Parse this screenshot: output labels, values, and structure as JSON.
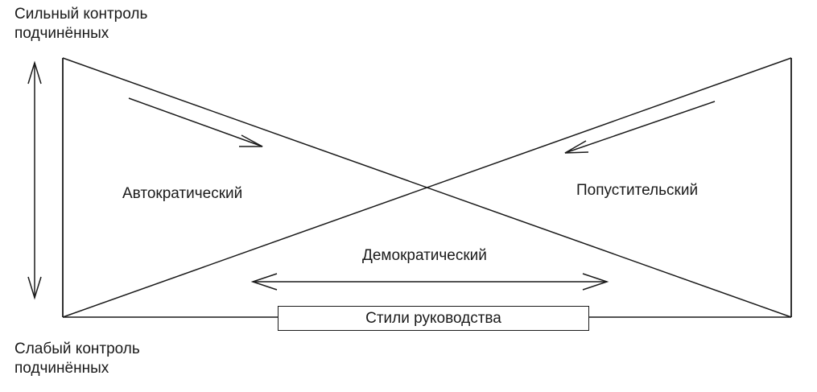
{
  "labels": {
    "strong_control": [
      "Сильный контроль",
      "подчинённых"
    ],
    "weak_control": [
      "Слабый контроль",
      "подчинённых"
    ]
  },
  "styles": {
    "autocratic": "Автократический",
    "permissive": "Попустительский",
    "democratic": "Демократический"
  },
  "caption": "Стили руководства"
}
